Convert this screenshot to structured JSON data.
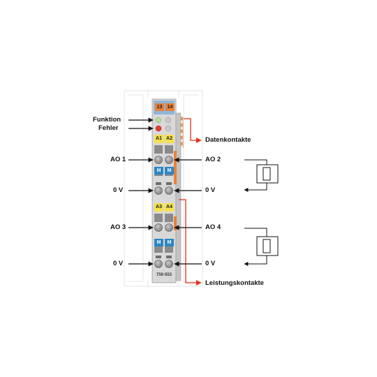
{
  "module": {
    "model": "750-553",
    "led_labels": [
      "13",
      "14"
    ],
    "channels": [
      {
        "label": "A1",
        "color": "yellow"
      },
      {
        "label": "A2",
        "color": "yellow"
      },
      {
        "label": "A3",
        "color": "yellow"
      },
      {
        "label": "A4",
        "color": "yellow"
      }
    ],
    "ground_labels": [
      "M",
      "M",
      "M",
      "M"
    ],
    "colors": {
      "body": "#d7d7d7",
      "led_header": "#8fb6d8",
      "orange": "#e8803a",
      "yellow": "#f4e24a",
      "blue": "#2c86c4",
      "arrow_red": "#e0301e",
      "led_green": "#b9dca0",
      "led_red": "#e23b2e"
    }
  },
  "labels": {
    "funktion": "Funktion",
    "fehler": "Fehler",
    "datenkontakte": "Datenkontakte",
    "leistungskontakte": "Leistungskontakte",
    "ao1": "AO 1",
    "ao2": "AO 2",
    "ao3": "AO 3",
    "ao4": "AO 4",
    "zero_left_top": "0 V",
    "zero_right_top": "0 V",
    "zero_left_bottom": "0 V",
    "zero_right_bottom": "0 V"
  }
}
